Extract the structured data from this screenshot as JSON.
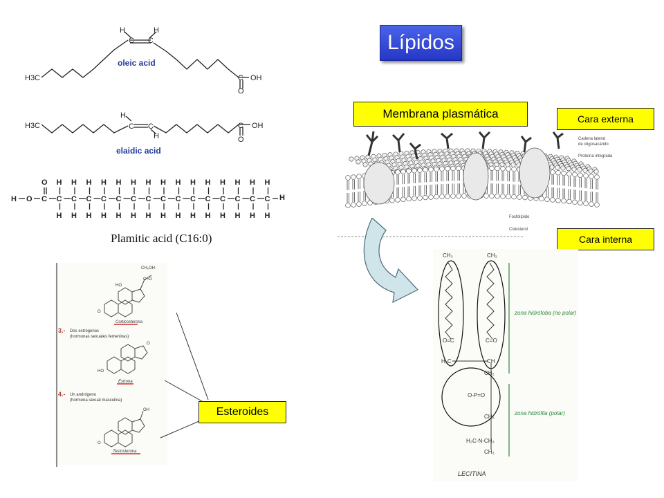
{
  "title": "Lípidos",
  "membrane": {
    "label": "Membrana plasmática",
    "outer_side": "Cara externa",
    "inner_side": "Cara interna",
    "annotations": [
      "Cadena lateral de oligosacárido",
      "Proteína integrada",
      "Fosfolípido",
      "Colesterol"
    ]
  },
  "steroids": {
    "label": "Esteroides",
    "items": [
      {
        "number": "3.-",
        "text_line1": "Dos estrógenos",
        "text_line2": "(hormonas sexuales femeninas)",
        "name": "Estrona"
      },
      {
        "number": "4.-",
        "text_line1": "Un andrógeno",
        "text_line2": "(hormona sexual masculina)",
        "name": "Testosterona"
      },
      {
        "name": "Corticosterona"
      }
    ]
  },
  "fatty_acids": {
    "oleic": "oleic acid",
    "elaidic": "elaidic acid",
    "palmitic": "Plamitic acid (C16:0)",
    "h3c": "H3C",
    "oh": "OH",
    "o": "O"
  },
  "lecithin": {
    "hydrophobic_zone": "zona hidrófoba (no polar)",
    "hydrophilic_zone": "zona hidrófila (polar)",
    "name": "LECITINA"
  },
  "colors": {
    "title_bg": "#2f45d6",
    "label_bg": "#ffff00",
    "acid_label": "#1f3a9e",
    "arrow_fill": "#cfe5ea",
    "handwriting_green": "#2b8a3a"
  }
}
